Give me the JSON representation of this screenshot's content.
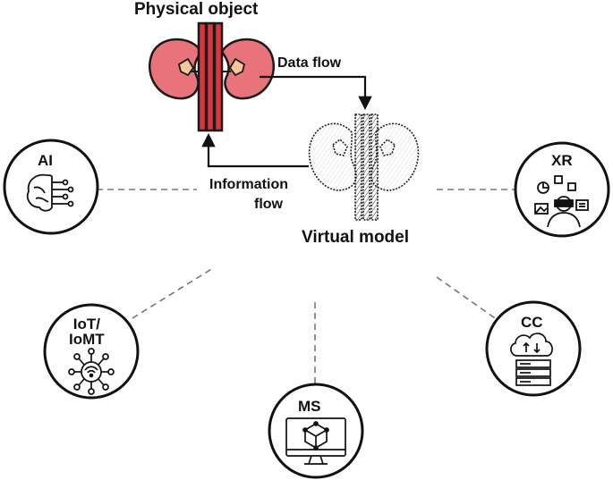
{
  "physical_object": {
    "title": "Physical object"
  },
  "virtual_model": {
    "title": "Virtual model"
  },
  "flows": {
    "data_flow": "Data flow",
    "information_flow_line1": "Information",
    "information_flow_line2": "flow"
  },
  "technologies": {
    "ai": "AI",
    "xr": "XR",
    "iot_line1": "IoT/",
    "iot_line2": "IoMT",
    "cc": "CC",
    "ms": "MS"
  },
  "colors": {
    "kidney_fill": "#e8737a",
    "kidney_stroke": "#1a1a1a",
    "vessel_red": "#d9363e",
    "pelvis_yellow": "#f4c79a",
    "line": "#222222",
    "dashed_gray": "#888888"
  },
  "icons": {
    "physical": "kidney-icon",
    "virtual": "sketched-kidney-icon",
    "ai": "circuit-brain-icon",
    "xr": "vr-headset-person-icon",
    "iot": "wifi-network-hub-icon",
    "cc": "cloud-server-icon",
    "ms": "monitor-cube-icon"
  }
}
